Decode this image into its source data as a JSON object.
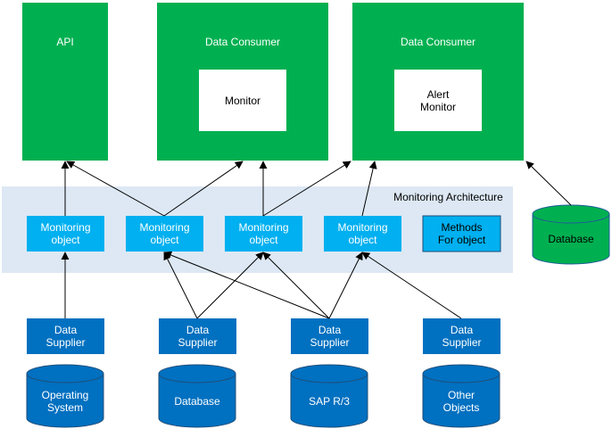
{
  "colors": {
    "green": "#00b050",
    "light_blue": "#00b0f0",
    "dark_blue": "#0070c0",
    "band": "#dde8f4",
    "arrow": "#000000"
  },
  "consumers": {
    "api": "API",
    "consumer_1": "Data Consumer",
    "consumer_1_inner": "Monitor",
    "consumer_2": "Data Consumer",
    "consumer_2_inner": "Alert\nMonitor"
  },
  "architecture": {
    "title": "Monitoring Architecture",
    "objects": [
      "Monitoring\nobject",
      "Monitoring\nobject",
      "Monitoring\nobject",
      "Monitoring\nobject"
    ],
    "methods": "Methods\nFor object"
  },
  "database_top": "Database",
  "suppliers": [
    "Data\nSupplier",
    "Data\nSupplier",
    "Data\nSupplier",
    "Data\nSupplier"
  ],
  "sources": [
    "Operating\nSystem",
    "Database",
    "SAP R/3",
    "Other\nObjects"
  ]
}
